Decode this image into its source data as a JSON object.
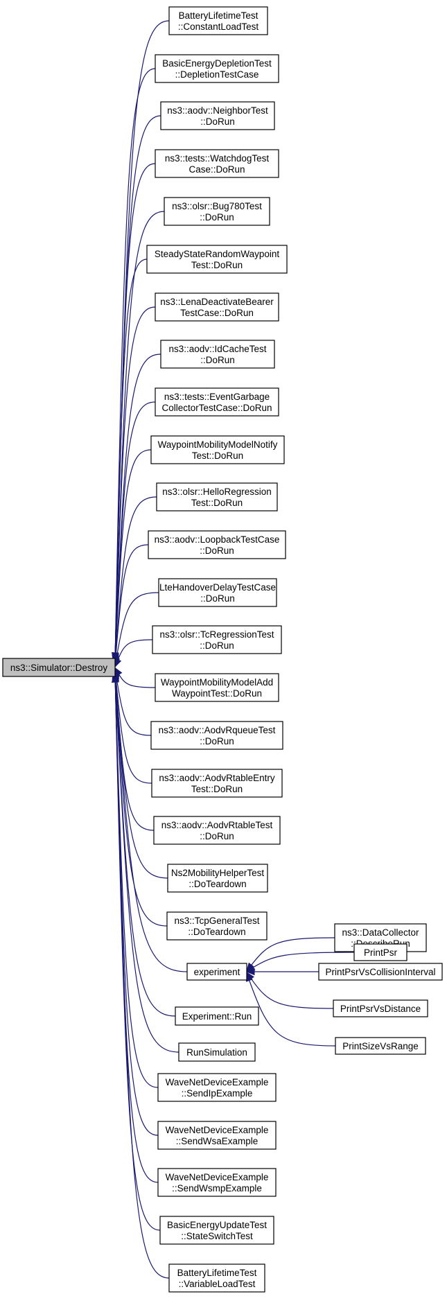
{
  "colors": {
    "edge": "#191970",
    "root_fill": "#bfbfbf",
    "node_fill": "#ffffff",
    "node_border": "#000000"
  },
  "root": {
    "id": "destroy",
    "lines": [
      "ns3::Simulator::Destroy"
    ]
  },
  "nodes": [
    {
      "id": "n1",
      "lines": [
        "BatteryLifetimeTest",
        "::ConstantLoadTest"
      ]
    },
    {
      "id": "n2",
      "lines": [
        "BasicEnergyDepletionTest",
        "::DepletionTestCase"
      ]
    },
    {
      "id": "n3",
      "lines": [
        "ns3::aodv::NeighborTest",
        "::DoRun"
      ]
    },
    {
      "id": "n4",
      "lines": [
        "ns3::tests::WatchdogTest",
        "Case::DoRun"
      ]
    },
    {
      "id": "n5",
      "lines": [
        "ns3::olsr::Bug780Test",
        "::DoRun"
      ]
    },
    {
      "id": "n6",
      "lines": [
        "SteadyStateRandomWaypoint",
        "Test::DoRun"
      ]
    },
    {
      "id": "n7",
      "lines": [
        "ns3::LenaDeactivateBearer",
        "TestCase::DoRun"
      ]
    },
    {
      "id": "n8",
      "lines": [
        "ns3::aodv::IdCacheTest",
        "::DoRun"
      ]
    },
    {
      "id": "n9",
      "lines": [
        "ns3::tests::EventGarbage",
        "CollectorTestCase::DoRun"
      ]
    },
    {
      "id": "n10",
      "lines": [
        "WaypointMobilityModelNotify",
        "Test::DoRun"
      ]
    },
    {
      "id": "n11",
      "lines": [
        "ns3::olsr::HelloRegression",
        "Test::DoRun"
      ]
    },
    {
      "id": "n12",
      "lines": [
        "ns3::aodv::LoopbackTestCase",
        "::DoRun"
      ]
    },
    {
      "id": "n13",
      "lines": [
        "LteHandoverDelayTestCase",
        "::DoRun"
      ]
    },
    {
      "id": "n14",
      "lines": [
        "ns3::olsr::TcRegressionTest",
        "::DoRun"
      ]
    },
    {
      "id": "n15",
      "lines": [
        "WaypointMobilityModelAdd",
        "WaypointTest::DoRun"
      ]
    },
    {
      "id": "n16",
      "lines": [
        "ns3::aodv::AodvRqueueTest",
        "::DoRun"
      ]
    },
    {
      "id": "n17",
      "lines": [
        "ns3::aodv::AodvRtableEntry",
        "Test::DoRun"
      ]
    },
    {
      "id": "n18",
      "lines": [
        "ns3::aodv::AodvRtableTest",
        "::DoRun"
      ]
    },
    {
      "id": "n19",
      "lines": [
        "Ns2MobilityHelperTest",
        "::DoTeardown"
      ]
    },
    {
      "id": "n20",
      "lines": [
        "ns3::TcpGeneralTest",
        "::DoTeardown"
      ]
    },
    {
      "id": "exp",
      "lines": [
        "experiment"
      ]
    },
    {
      "id": "n22",
      "lines": [
        "Experiment::Run"
      ]
    },
    {
      "id": "n23",
      "lines": [
        "RunSimulation"
      ]
    },
    {
      "id": "n24",
      "lines": [
        "WaveNetDeviceExample",
        "::SendIpExample"
      ]
    },
    {
      "id": "n25",
      "lines": [
        "WaveNetDeviceExample",
        "::SendWsaExample"
      ]
    },
    {
      "id": "n26",
      "lines": [
        "WaveNetDeviceExample",
        "::SendWsmpExample"
      ]
    },
    {
      "id": "n27",
      "lines": [
        "BasicEnergyUpdateTest",
        "::StateSwitchTest"
      ]
    },
    {
      "id": "n28",
      "lines": [
        "BatteryLifetimeTest",
        "::VariableLoadTest"
      ]
    },
    {
      "id": "e1",
      "lines": [
        "ns3::DataCollector",
        "::DescribeRun"
      ]
    },
    {
      "id": "e2",
      "lines": [
        "PrintPsr"
      ]
    },
    {
      "id": "e3",
      "lines": [
        "PrintPsrVsCollisionInterval"
      ]
    },
    {
      "id": "e4",
      "lines": [
        "PrintPsrVsDistance"
      ]
    },
    {
      "id": "e5",
      "lines": [
        "PrintSizeVsRange"
      ]
    }
  ],
  "edges": [
    {
      "from": "n1",
      "to": "destroy"
    },
    {
      "from": "n2",
      "to": "destroy"
    },
    {
      "from": "n3",
      "to": "destroy"
    },
    {
      "from": "n4",
      "to": "destroy"
    },
    {
      "from": "n5",
      "to": "destroy"
    },
    {
      "from": "n6",
      "to": "destroy"
    },
    {
      "from": "n7",
      "to": "destroy"
    },
    {
      "from": "n8",
      "to": "destroy"
    },
    {
      "from": "n9",
      "to": "destroy"
    },
    {
      "from": "n10",
      "to": "destroy"
    },
    {
      "from": "n11",
      "to": "destroy"
    },
    {
      "from": "n12",
      "to": "destroy"
    },
    {
      "from": "n13",
      "to": "destroy"
    },
    {
      "from": "n14",
      "to": "destroy"
    },
    {
      "from": "n15",
      "to": "destroy"
    },
    {
      "from": "n16",
      "to": "destroy"
    },
    {
      "from": "n17",
      "to": "destroy"
    },
    {
      "from": "n18",
      "to": "destroy"
    },
    {
      "from": "n19",
      "to": "destroy"
    },
    {
      "from": "n20",
      "to": "destroy"
    },
    {
      "from": "exp",
      "to": "destroy"
    },
    {
      "from": "n22",
      "to": "destroy"
    },
    {
      "from": "n23",
      "to": "destroy"
    },
    {
      "from": "n24",
      "to": "destroy"
    },
    {
      "from": "n25",
      "to": "destroy"
    },
    {
      "from": "n26",
      "to": "destroy"
    },
    {
      "from": "n27",
      "to": "destroy"
    },
    {
      "from": "n28",
      "to": "destroy"
    },
    {
      "from": "e1",
      "to": "exp"
    },
    {
      "from": "e2",
      "to": "exp"
    },
    {
      "from": "e3",
      "to": "exp"
    },
    {
      "from": "e4",
      "to": "exp"
    },
    {
      "from": "e5",
      "to": "exp"
    }
  ]
}
